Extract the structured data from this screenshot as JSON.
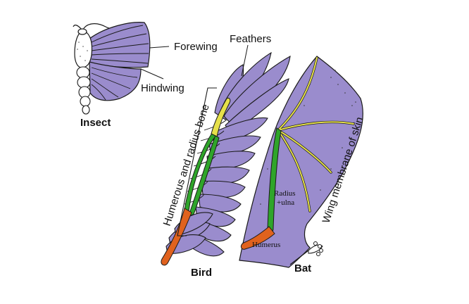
{
  "labels": {
    "forewing": "Forewing",
    "hindwing": "Hindwing",
    "insect": "Insect",
    "feathers": "Feathers",
    "humerus_radius_bone": "Humerous and radius bone",
    "bird": "Bird",
    "wing_membrane": "Wing membrane of skin",
    "radius_ulna_line1": "Radius",
    "radius_ulna_line2": "+ulna",
    "humerus": "Humerus",
    "bat": "Bat"
  },
  "colors": {
    "wing_fill": "#9a8ccd",
    "outline": "#1a1a1a",
    "bone_green": "#2fa52a",
    "bone_yellow": "#e6e04a",
    "bone_orange": "#e0621e",
    "body_fill": "#ffffff"
  }
}
